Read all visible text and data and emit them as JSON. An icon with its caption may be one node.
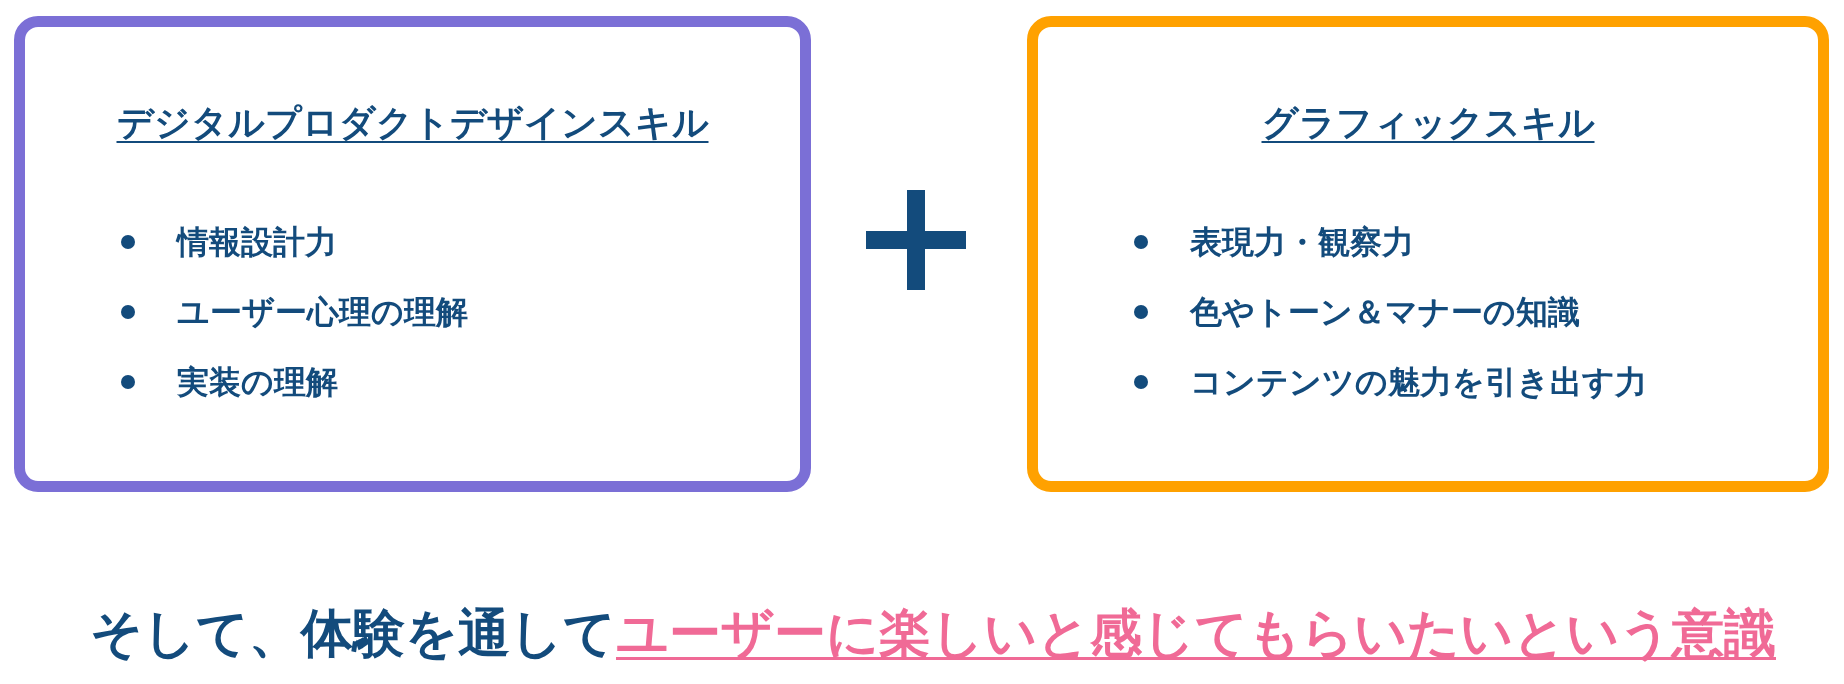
{
  "diagram": {
    "nodes": [
      {
        "text": [
          "デジタルプロダクトデザインスキル",
          "情報設計力",
          "ユーザー心理の理解",
          "実装の理解"
        ]
      },
      {
        "text": [
          "グラフィックスキル",
          "表現力・観察力",
          "色やトーン＆マナーの知識",
          "コンテンツの魅力を引き出す力"
        ]
      }
    ],
    "labels": [
      "そして、体験を通して",
      "ユーザーに楽しいと感じてもらいたいという意識"
    ]
  }
}
